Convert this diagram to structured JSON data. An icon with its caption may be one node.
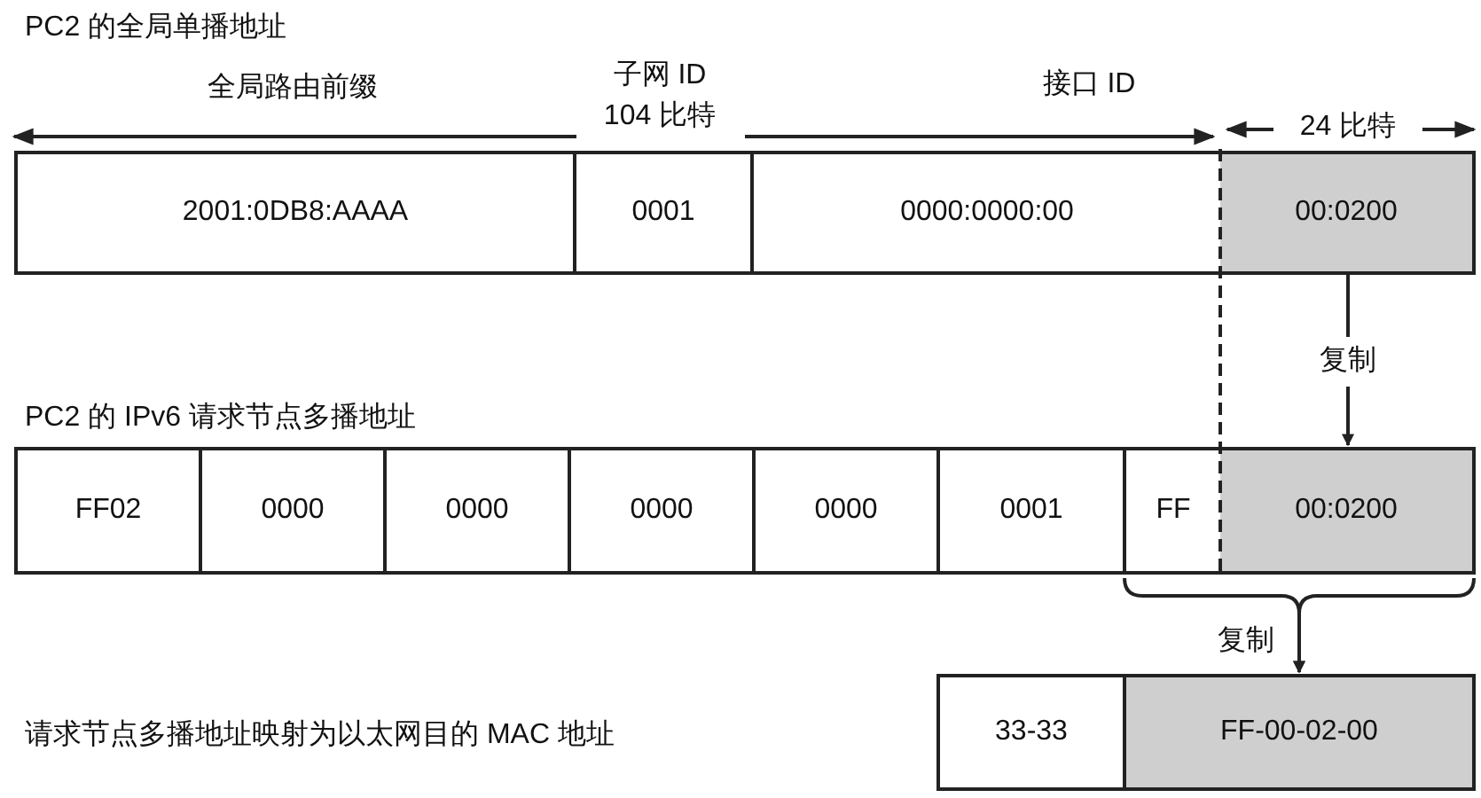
{
  "diagram": {
    "nodes": [
      {
        "text": [
          "2001:0DB8:AAAA"
        ]
      },
      {
        "text": [
          "0001"
        ]
      },
      {
        "text": [
          "0000:0000:00"
        ]
      },
      {
        "text": [
          "00:0200"
        ]
      },
      {
        "text": [
          "FF02"
        ]
      },
      {
        "text": [
          "0000"
        ]
      },
      {
        "text": [
          "0000"
        ]
      },
      {
        "text": [
          "0000"
        ]
      },
      {
        "text": [
          "0000"
        ]
      },
      {
        "text": [
          "0001"
        ]
      },
      {
        "text": [
          "FF"
        ]
      },
      {
        "text": [
          "00:0200"
        ]
      },
      {
        "text": [
          "33-33"
        ]
      },
      {
        "text": [
          "FF-00-02-00"
        ]
      }
    ],
    "edges": [
      {
        "from": 3,
        "to": 11,
        "arrow": "to",
        "label": "复制"
      },
      {
        "from": 10,
        "to": 13,
        "arrow": "to",
        "label": "复制"
      },
      {
        "from": 11,
        "to": 13,
        "arrow": "to"
      }
    ],
    "labels": [
      "PC2 的全局单播地址",
      "全局路由前缀",
      "子网 ID",
      "104 比特",
      "接口 ID",
      "24 比特",
      "PC2 的 IPv6 请求节点多播地址",
      "请求节点多播地址映射为以太网目的 MAC 地址"
    ]
  }
}
